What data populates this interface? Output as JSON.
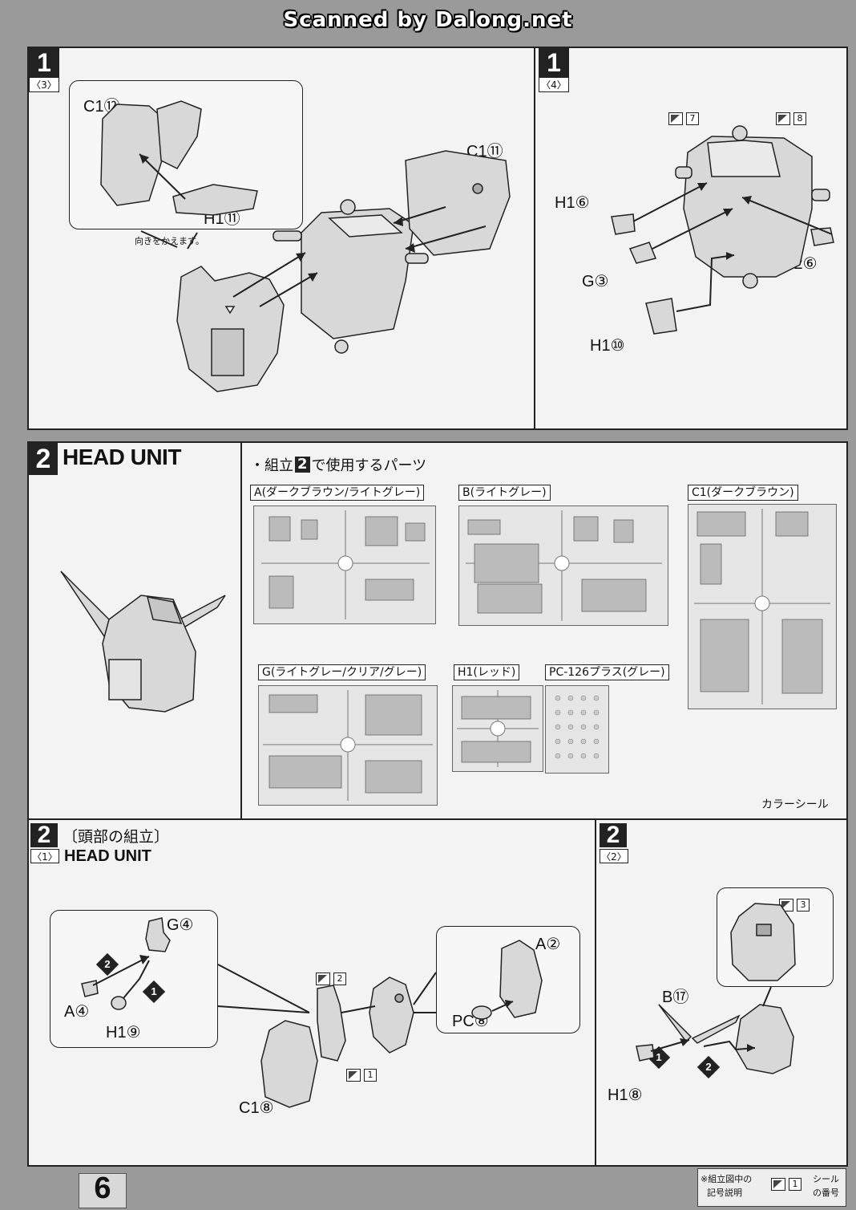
{
  "header": {
    "scan_credit": "Scanned by Dalong.net"
  },
  "page_number": "6",
  "step1": {
    "number": "1",
    "sub3": {
      "label": "〈3〉",
      "parts": [
        "C1⑫",
        "C1⑪",
        "H1⑪"
      ],
      "note": "向きをかえます。"
    },
    "sub4": {
      "label": "〈4〉",
      "parts": [
        "H1⑥",
        "G③",
        "H2⑥",
        "H1⑩"
      ],
      "seals": [
        "7",
        "8"
      ]
    }
  },
  "step2_parts": {
    "number": "2",
    "title": "HEAD UNIT",
    "used_parts_title": "・組立",
    "used_parts_num": "2",
    "used_parts_suffix": "で使用するパーツ",
    "runners": [
      "A(ダークブラウン/ライトグレー)",
      "B(ライトグレー)",
      "C1(ダークブラウン)",
      "G(ライトグレー/クリア/グレー)",
      "H1(レッド)",
      "PC-126プラス(グレー)"
    ],
    "color_seal": "カラーシール"
  },
  "step2_assembly": {
    "number": "2",
    "title_jp": "〔頭部の組立〕",
    "sub1_label": "〈1〉",
    "sub1_title": "HEAD UNIT",
    "sub1_parts": [
      "G④",
      "A④",
      "H1⑨",
      "A②",
      "PC⑧",
      "C1⑧"
    ],
    "sub1_order": [
      "1",
      "2"
    ],
    "sub1_seals": [
      "2",
      "1"
    ],
    "sub2_label": "〈2〉",
    "sub2_parts": [
      "B⑰",
      "H1⑧"
    ],
    "sub2_order": [
      "1",
      "2"
    ],
    "sub2_seal": "3"
  },
  "legend": {
    "note_line1": "※組立図中の",
    "note_line2": "記号説明",
    "seal_num": "1",
    "desc_line1": "シール",
    "desc_line2": "の番号"
  }
}
